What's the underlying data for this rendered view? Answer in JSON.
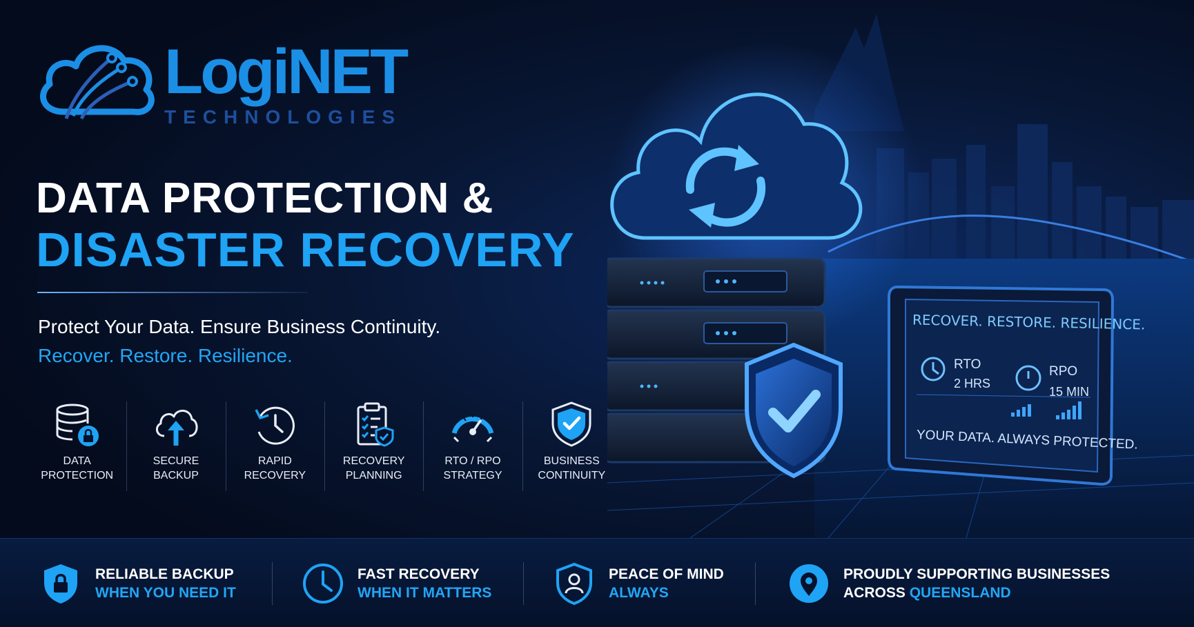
{
  "brand": {
    "logo_word": "LogiNET",
    "logo_subtitle": "TECHNOLOGIES"
  },
  "hero": {
    "title_line1": "DATA PROTECTION &",
    "title_line2": "DISASTER RECOVERY",
    "tagline": "Protect Your Data. Ensure Business Continuity.",
    "tagline_accent": "Recover. Restore. Resilience."
  },
  "features": [
    {
      "label": "DATA\nPROTECTION",
      "icon": "database-lock-icon"
    },
    {
      "label": "SECURE\nBACKUP",
      "icon": "cloud-upload-icon"
    },
    {
      "label": "RAPID\nRECOVERY",
      "icon": "clock-restore-icon"
    },
    {
      "label": "RECOVERY\nPLANNING",
      "icon": "clipboard-checklist-icon"
    },
    {
      "label": "RTO / RPO\nSTRATEGY",
      "icon": "gauge-icon"
    },
    {
      "label": "BUSINESS\nCONTINUITY",
      "icon": "shield-check-icon"
    }
  ],
  "monitor": {
    "heading": "RECOVER. RESTORE. RESILIENCE.",
    "rto_label": "RTO",
    "rto_value": "2 HRS",
    "rpo_label": "RPO",
    "rpo_value": "15 MIN",
    "footer": "YOUR DATA. ALWAYS PROTECTED."
  },
  "benefits": [
    {
      "line1": "RELIABLE BACKUP",
      "line2": "WHEN YOU NEED IT",
      "icon": "shield-lock-icon"
    },
    {
      "line1": "FAST RECOVERY",
      "line2": "WHEN IT MATTERS",
      "icon": "clock-icon"
    },
    {
      "line1": "PEACE OF MIND",
      "line2": "ALWAYS",
      "icon": "shield-user-icon"
    },
    {
      "line1": "PROUDLY SUPPORTING BUSINESSES",
      "line2_prefix": "ACROSS ",
      "line2_highlight": "QUEENSLAND",
      "icon": "map-pin-icon"
    }
  ],
  "colors": {
    "accent": "#22a6f5",
    "background": "#040b1c",
    "bottom_bar": "#081c40"
  }
}
